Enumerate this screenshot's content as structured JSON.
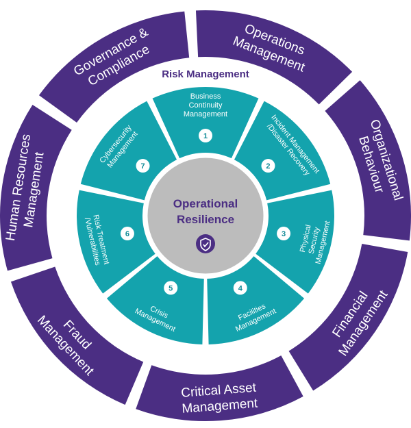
{
  "diagram": {
    "center": {
      "title_lines": [
        "Operational",
        "Resilience"
      ]
    },
    "ring_title": "Risk Management",
    "outer_segments": [
      {
        "lines": [
          "Governance &",
          "Compliance"
        ]
      },
      {
        "lines": [
          "Operations",
          "Management"
        ]
      },
      {
        "lines": [
          "Organizational",
          "Behaviour"
        ]
      },
      {
        "lines": [
          "Financial",
          "Management"
        ]
      },
      {
        "lines": [
          "Critical Asset",
          "Management"
        ]
      },
      {
        "lines": [
          "Fraud",
          "Management"
        ]
      },
      {
        "lines": [
          "Human Resources",
          "Management"
        ]
      }
    ],
    "inner_segments": [
      {
        "number": "1",
        "lines": [
          "Business",
          "Continuity",
          "Management"
        ]
      },
      {
        "number": "2",
        "lines": [
          "Incident Management",
          "/Disaster Recovery"
        ]
      },
      {
        "number": "3",
        "lines": [
          "Physical",
          "Security",
          "Management"
        ]
      },
      {
        "number": "4",
        "lines": [
          "Facilities",
          "Management"
        ]
      },
      {
        "number": "5",
        "lines": [
          "Crisis",
          "Management"
        ]
      },
      {
        "number": "6",
        "lines": [
          "Risk Treatment",
          "/Vulnerabilities"
        ]
      },
      {
        "number": "7",
        "lines": [
          "Cybersecurity",
          "Management"
        ]
      }
    ],
    "colors": {
      "outer": "#4b2e83",
      "inner": "#14a3ad",
      "center": "#bcbcbc",
      "accent": "#4b2e83"
    },
    "icons": [
      "resilience-shield-icon"
    ]
  }
}
